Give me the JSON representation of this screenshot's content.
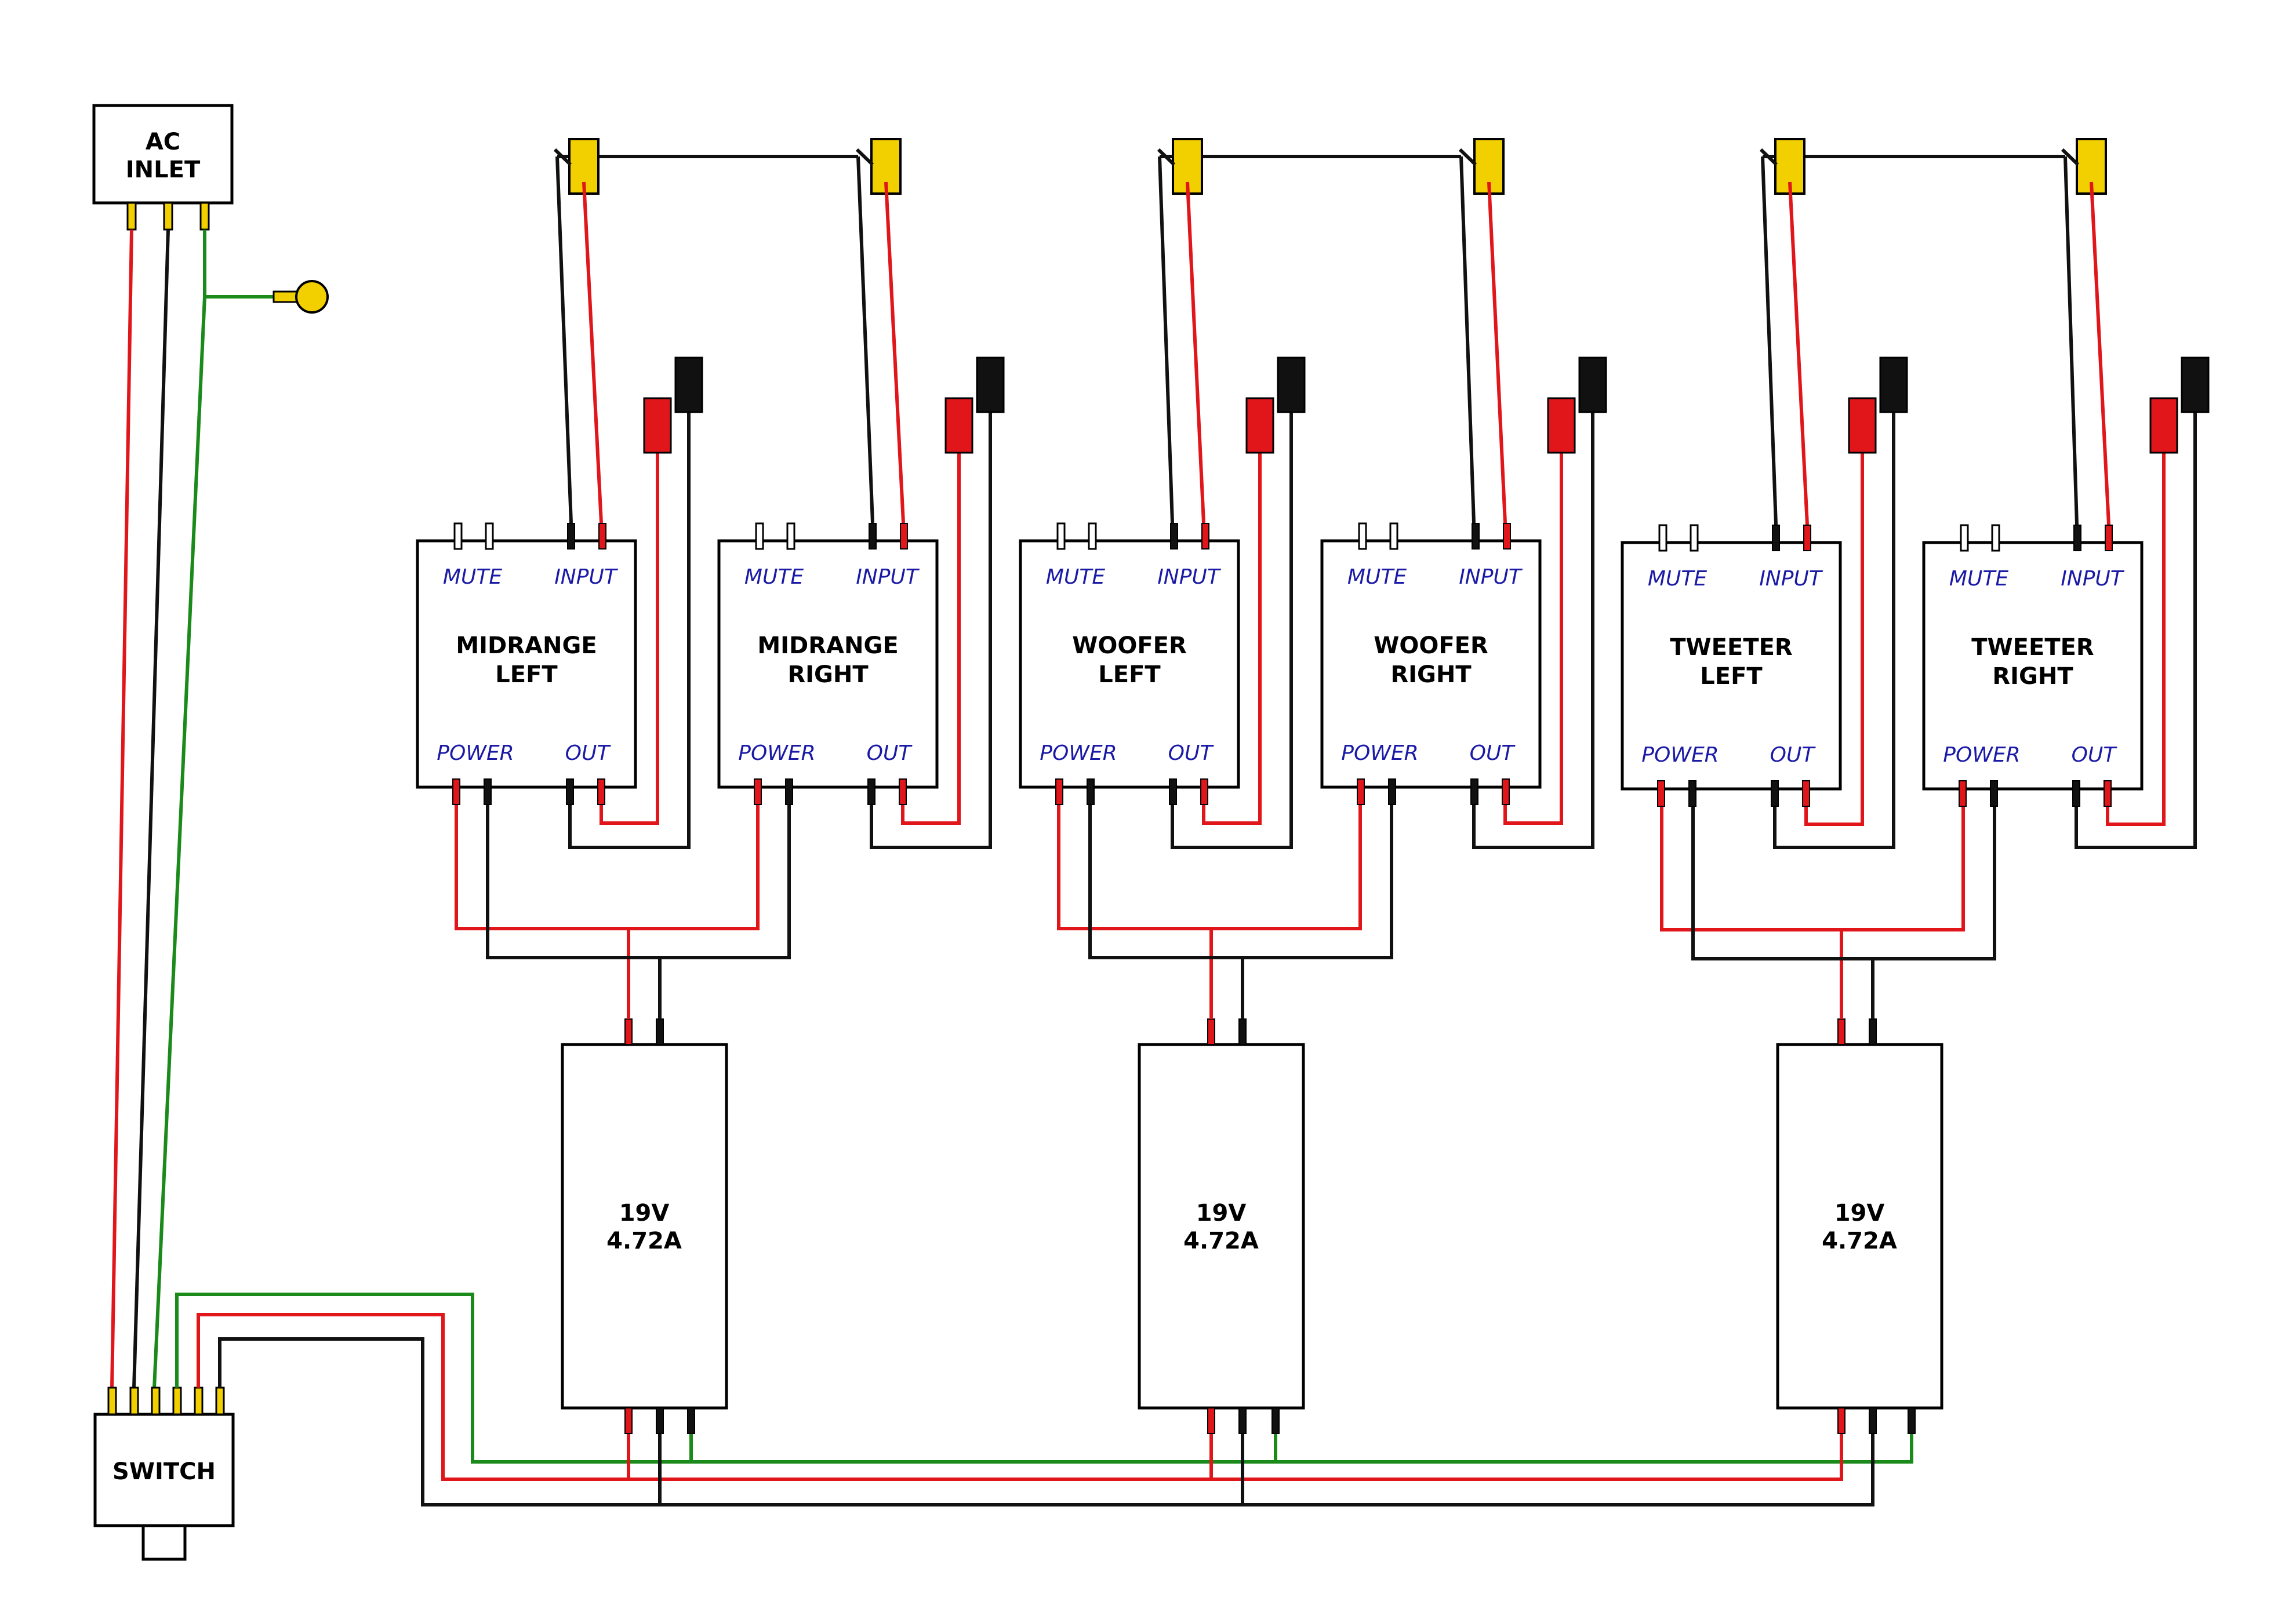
{
  "ac_inlet": {
    "label_line1": "AC",
    "label_line2": "INLET"
  },
  "switch": {
    "label": "SWITCH"
  },
  "port_labels": {
    "mute": "MUTE",
    "input": "INPUT",
    "power": "POWER",
    "out": "OUT"
  },
  "amplifiers": [
    {
      "line1": "MIDRANGE",
      "line2": "LEFT"
    },
    {
      "line1": "MIDRANGE",
      "line2": "RIGHT"
    },
    {
      "line1": "WOOFER",
      "line2": "LEFT"
    },
    {
      "line1": "WOOFER",
      "line2": "RIGHT"
    },
    {
      "line1": "TWEETER",
      "line2": "LEFT"
    },
    {
      "line1": "TWEETER",
      "line2": "RIGHT"
    }
  ],
  "power_supplies": [
    {
      "voltage": "19V",
      "current": "4.72A"
    },
    {
      "voltage": "19V",
      "current": "4.72A"
    },
    {
      "voltage": "19V",
      "current": "4.72A"
    }
  ],
  "colors": {
    "hot_wire": "#e0161b",
    "neutral_wire": "#111111",
    "ground_wire": "#1a8a1a",
    "connector": "#f2d000",
    "label_text": "#1a1aa6"
  }
}
